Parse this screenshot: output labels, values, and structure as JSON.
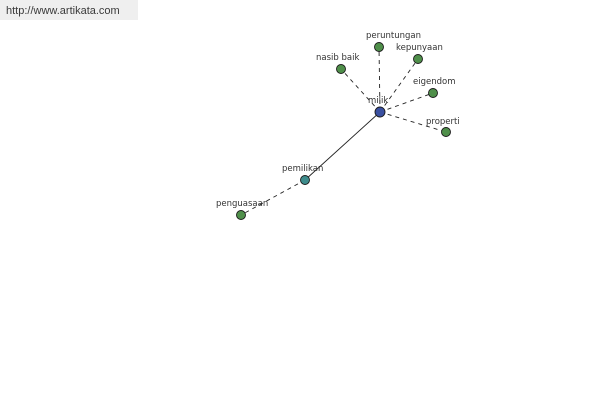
{
  "site": {
    "url_text": "http://www.artikata.com"
  },
  "graph": {
    "center": "milik",
    "nodes": [
      {
        "id": "milik",
        "label": "milik",
        "role": "center",
        "color": "#3a50a0"
      },
      {
        "id": "peruntungan",
        "label": "peruntungan",
        "role": "leaf",
        "color": "#4f8f4a"
      },
      {
        "id": "kepunyaan",
        "label": "kepunyaan",
        "role": "leaf",
        "color": "#4f8f4a"
      },
      {
        "id": "nasib baik",
        "label": "nasib baik",
        "role": "leaf",
        "color": "#4f8f4a"
      },
      {
        "id": "eigendom",
        "label": "eigendom",
        "role": "leaf",
        "color": "#4f8f4a"
      },
      {
        "id": "properti",
        "label": "properti",
        "role": "leaf",
        "color": "#4f8f4a"
      },
      {
        "id": "pemilikan",
        "label": "pemilikan",
        "role": "intermediate",
        "color": "#3e8c8c"
      },
      {
        "id": "penguasaan",
        "label": "penguasaan",
        "role": "leaf",
        "color": "#4f8f4a"
      }
    ],
    "edges": [
      {
        "from": "milik",
        "to": "peruntungan",
        "style": "dashed"
      },
      {
        "from": "milik",
        "to": "kepunyaan",
        "style": "dashed"
      },
      {
        "from": "milik",
        "to": "nasib baik",
        "style": "dashed"
      },
      {
        "from": "milik",
        "to": "eigendom",
        "style": "dashed"
      },
      {
        "from": "milik",
        "to": "properti",
        "style": "dashed"
      },
      {
        "from": "milik",
        "to": "pemilikan",
        "style": "solid"
      },
      {
        "from": "pemilikan",
        "to": "penguasaan",
        "style": "dashed"
      }
    ]
  }
}
